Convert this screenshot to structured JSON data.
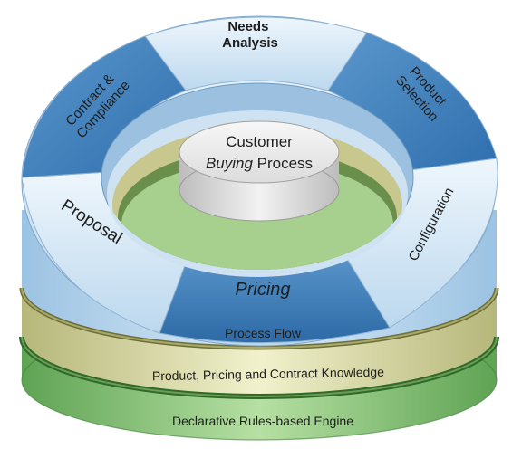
{
  "hub": {
    "line1": "Customer",
    "line2a": "Buying",
    "line2b": " Process"
  },
  "segments": {
    "needs_analysis": [
      "Needs",
      "Analysis"
    ],
    "product_selection": [
      "Product",
      "Selection"
    ],
    "configuration": "Configuration",
    "pricing": "Pricing",
    "proposal": "Proposal",
    "contract_compliance": [
      "Contract &",
      "Compliance"
    ]
  },
  "layers": {
    "process_flow": "Process Flow",
    "knowledge": "Product, Pricing and Contract Knowledge",
    "engine": "Declarative Rules-based Engine"
  },
  "colors": {
    "segment_dark": "#3d7fbd",
    "segment_light": "#d7e8f5",
    "knowledge_layer": "#dcdca2",
    "engine_layer": "#8cc57a",
    "hub": "#e4e4e4"
  }
}
